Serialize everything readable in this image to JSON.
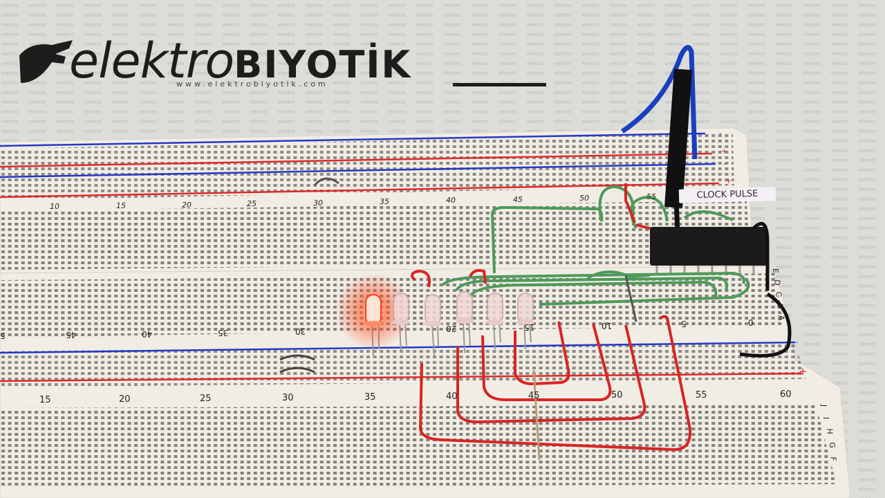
{
  "logo": {
    "brand_light": "elektro",
    "brand_bold": "BIYOTİK",
    "url": "www.elektrobiyotik.com"
  },
  "label": {
    "clock_pulse": "CLOCK PULSE"
  },
  "breadboard": {
    "top_column_numbers": [
      "10",
      "15",
      "20",
      "25",
      "30",
      "35",
      "40",
      "45",
      "50",
      "55"
    ],
    "middle_column_numbers": [
      "5",
      "45",
      "40",
      "35",
      "30",
      "20",
      "15",
      "10",
      "5",
      "0"
    ],
    "bottom_column_numbers": [
      "15",
      "20",
      "25",
      "30",
      "35",
      "40",
      "45",
      "50",
      "55",
      "60"
    ],
    "row_letters_right": [
      "E",
      "D",
      "C",
      "B",
      "A"
    ],
    "row_letters_bottom_right": [
      "J",
      "I",
      "H",
      "G",
      "F"
    ],
    "rail_symbols": [
      "-",
      "+",
      "-",
      "+",
      "-",
      "+"
    ]
  },
  "leds": [
    {
      "state": "on",
      "color": "#ff3b1f"
    },
    {
      "state": "off",
      "color": "#f2d8d8"
    },
    {
      "state": "off",
      "color": "#f2d8d8"
    },
    {
      "state": "off",
      "color": "#f2d8d8"
    },
    {
      "state": "off",
      "color": "#f2d8d8"
    },
    {
      "state": "off",
      "color": "#f2d8d8"
    }
  ],
  "colors": {
    "rail_red": "#e02a2a",
    "rail_blue": "#2438c9",
    "wire_green": "#4e9a5a",
    "wire_red": "#d92424",
    "wire_blue": "#1a3fbf",
    "chip": "#1b1b1b",
    "board": "#f2eee6"
  }
}
